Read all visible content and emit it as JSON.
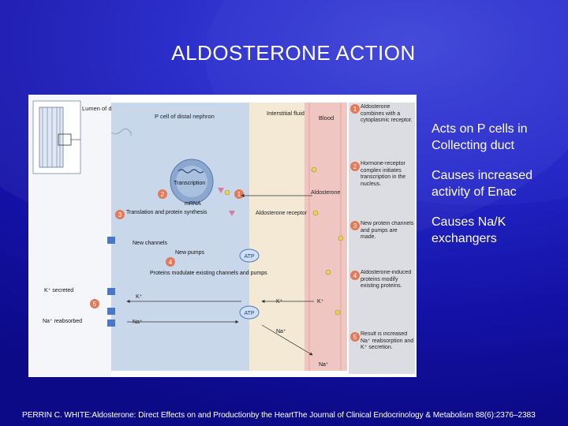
{
  "slide": {
    "title": "ALDOSTERONE ACTION",
    "bullets": [
      "Acts on P cells in Collecting duct",
      "Causes  increased activity of Enac",
      "Causes  Na/K exchangers"
    ],
    "citation": "PERRIN C. WHITE:Aldosterone: Direct Effects on and Productionby the HeartThe Journal of Clinical Endocrinology & Metabolism 88(6):2376–2383"
  },
  "diagram": {
    "regions": {
      "lumen": "Lumen of distal tubule",
      "p_cell": "P cell of distal nephron",
      "interstitial": "Interstitial fluid",
      "blood": "Blood"
    },
    "labels": {
      "transcription": "Transcription",
      "mrna": "mRNA",
      "translation": "Translation and protein synthesis",
      "aldosterone_receptor": "Aldosterone receptor",
      "aldosterone": "Aldosterone",
      "new_channels": "New channels",
      "new_pumps": "New pumps",
      "atp_top": "ATP",
      "atp_bottom": "ATP",
      "modulate": "Proteins modulate existing channels and pumps",
      "k_secreted": "K⁺ secreted",
      "na_reabsorbed": "Na⁺ reabsorbed",
      "k_cell": "K⁺",
      "na_cell": "Na⁺",
      "k_inter": "K⁺",
      "k_blood": "K⁺",
      "na_inter": "Na⁺",
      "na_blood": "Na⁺"
    },
    "step_numbers_in_figure": [
      "2",
      "1",
      "3",
      "4",
      "5"
    ],
    "steps": [
      {
        "num": "1",
        "text": "Aldosterone combines with a cytoplasmic receptor."
      },
      {
        "num": "2",
        "text": "Hormone-receptor complex initiates transcription in the nucleus."
      },
      {
        "num": "3",
        "text": "New protein channels and pumps are made."
      },
      {
        "num": "4",
        "text": "Aldosterone-induced proteins modify existing proteins."
      },
      {
        "num": "5",
        "text": "Result is increased Na⁺ reabsorption and K⁺ secretion."
      }
    ],
    "colors": {
      "cell": "#c9d7ea",
      "membrane": "#e7dcc4",
      "blood": "#f0c6c2",
      "step_panel": "#dcdde3",
      "step_badge": "#e27a5a",
      "pump": "#4a78c8"
    }
  }
}
